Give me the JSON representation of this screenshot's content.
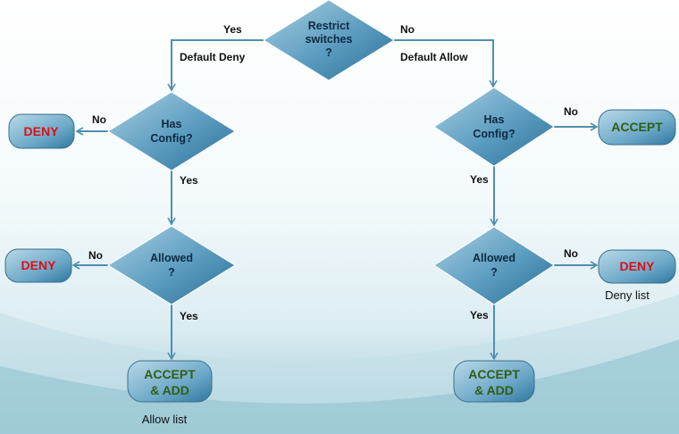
{
  "decisions": {
    "restrict": [
      "Restrict",
      "switches",
      "?"
    ],
    "left_config": [
      "Has",
      "Config?"
    ],
    "left_allowed": [
      "Allowed",
      "?"
    ],
    "right_config": [
      "Has",
      "Config?"
    ],
    "right_allowed": [
      "Allowed",
      "?"
    ]
  },
  "edges": {
    "restrict_yes": "Yes",
    "restrict_no": "No",
    "default_deny": "Default Deny",
    "default_allow": "Default Allow",
    "left_config_no": "No",
    "left_config_yes": "Yes",
    "left_allowed_no": "No",
    "left_allowed_yes": "Yes",
    "right_config_no": "No",
    "right_config_yes": "Yes",
    "right_allowed_no": "No",
    "right_allowed_yes": "Yes"
  },
  "outcomes": {
    "left_deny_1": "DENY",
    "left_deny_2": "DENY",
    "left_accept_add": [
      "ACCEPT",
      "& ADD"
    ],
    "right_accept": "ACCEPT",
    "right_deny": "DENY",
    "right_accept_add": [
      "ACCEPT",
      "& ADD"
    ]
  },
  "captions": {
    "allow_list": "Allow list",
    "deny_list": "Deny list"
  },
  "colors": {
    "deny": "#d8101a",
    "accept": "#2e5e14",
    "line": "#4f8fae"
  }
}
